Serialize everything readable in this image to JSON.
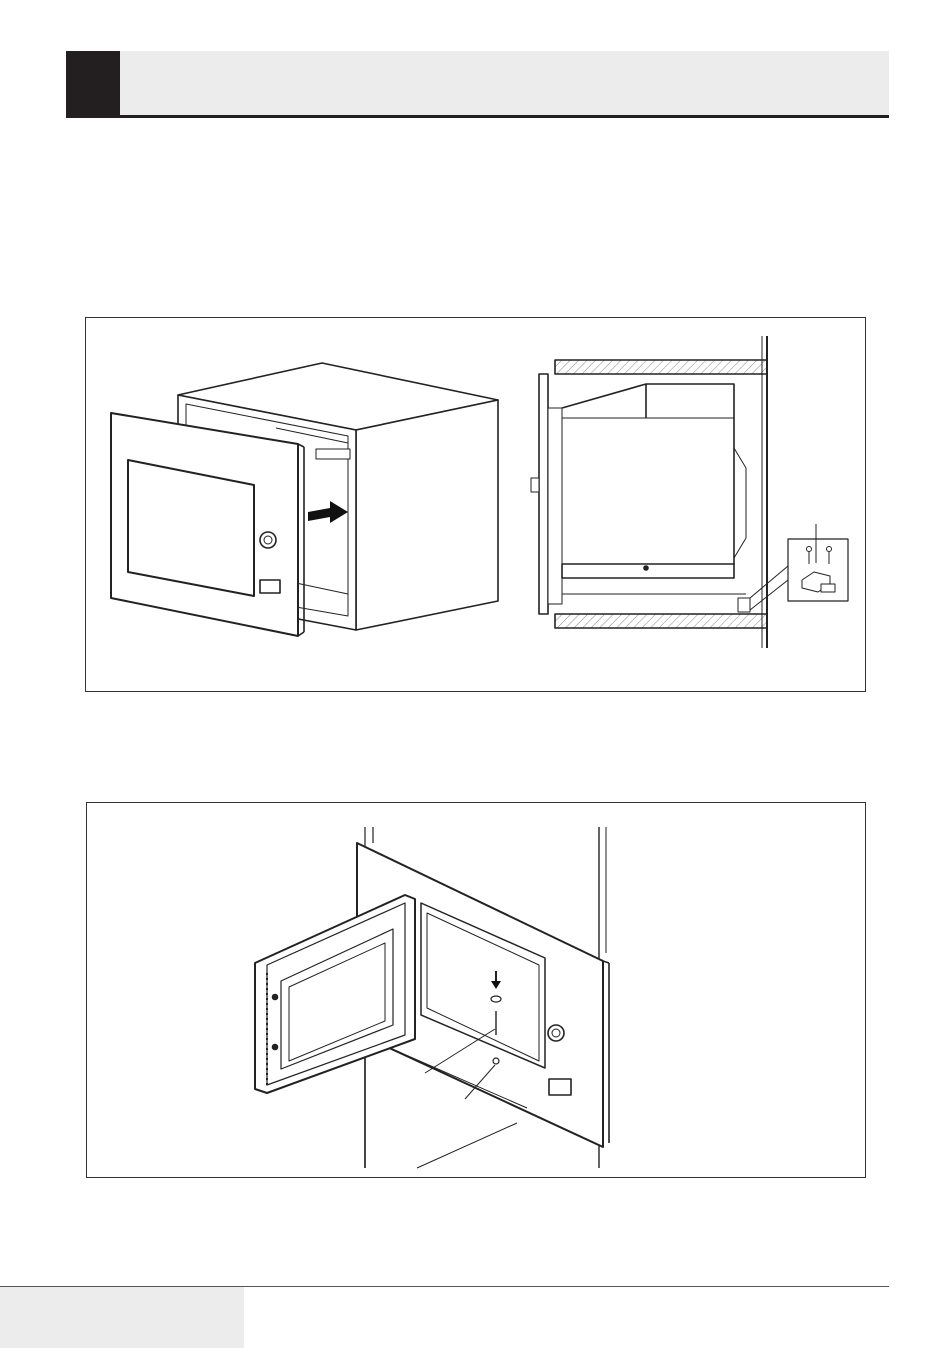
{
  "page": {
    "header": {
      "title": ""
    },
    "figures": [
      {
        "id": "fig1",
        "subject": "microwave-insertion-and-bracket"
      },
      {
        "id": "fig2",
        "subject": "door-open-screw-fixing"
      }
    ],
    "footer": {
      "page_label": ""
    }
  }
}
